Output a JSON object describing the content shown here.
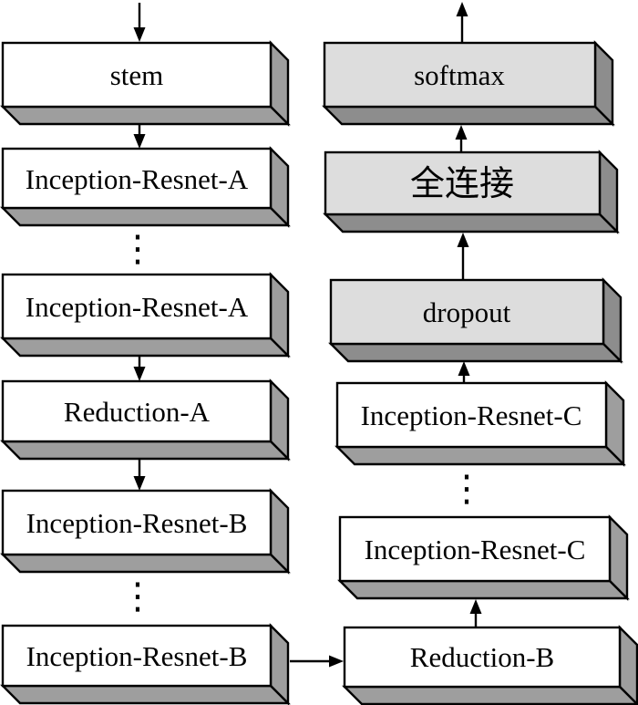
{
  "diagram_type": "neural-network-architecture-flowchart",
  "colors": {
    "outline": "#000000",
    "white_face": "#ffffff",
    "gray_face": "#dddddd",
    "white_side": "#9e9e9e",
    "gray_side": "#8d8d8d",
    "arrow": "#000000",
    "background": "#ffffff"
  },
  "left_column": {
    "boxes": [
      {
        "label": "stem",
        "style": "white"
      },
      {
        "label": "Inception-Resnet-A",
        "style": "white"
      },
      {
        "label": "Inception-Resnet-A",
        "style": "white"
      },
      {
        "label": "Reduction-A",
        "style": "white"
      },
      {
        "label": "Inception-Resnet-B",
        "style": "white"
      },
      {
        "label": "Inception-Resnet-B",
        "style": "white"
      }
    ],
    "ellipsis": "⋮",
    "flow_direction": "down"
  },
  "right_column": {
    "boxes": [
      {
        "label": "softmax",
        "style": "gray"
      },
      {
        "label": "全连接",
        "style": "gray"
      },
      {
        "label": "dropout",
        "style": "gray"
      },
      {
        "label": "Inception-Resnet-C",
        "style": "white"
      },
      {
        "label": "Inception-Resnet-C",
        "style": "white"
      },
      {
        "label": "Reduction-B",
        "style": "white"
      }
    ],
    "ellipsis": "⋮",
    "flow_direction": "up"
  }
}
